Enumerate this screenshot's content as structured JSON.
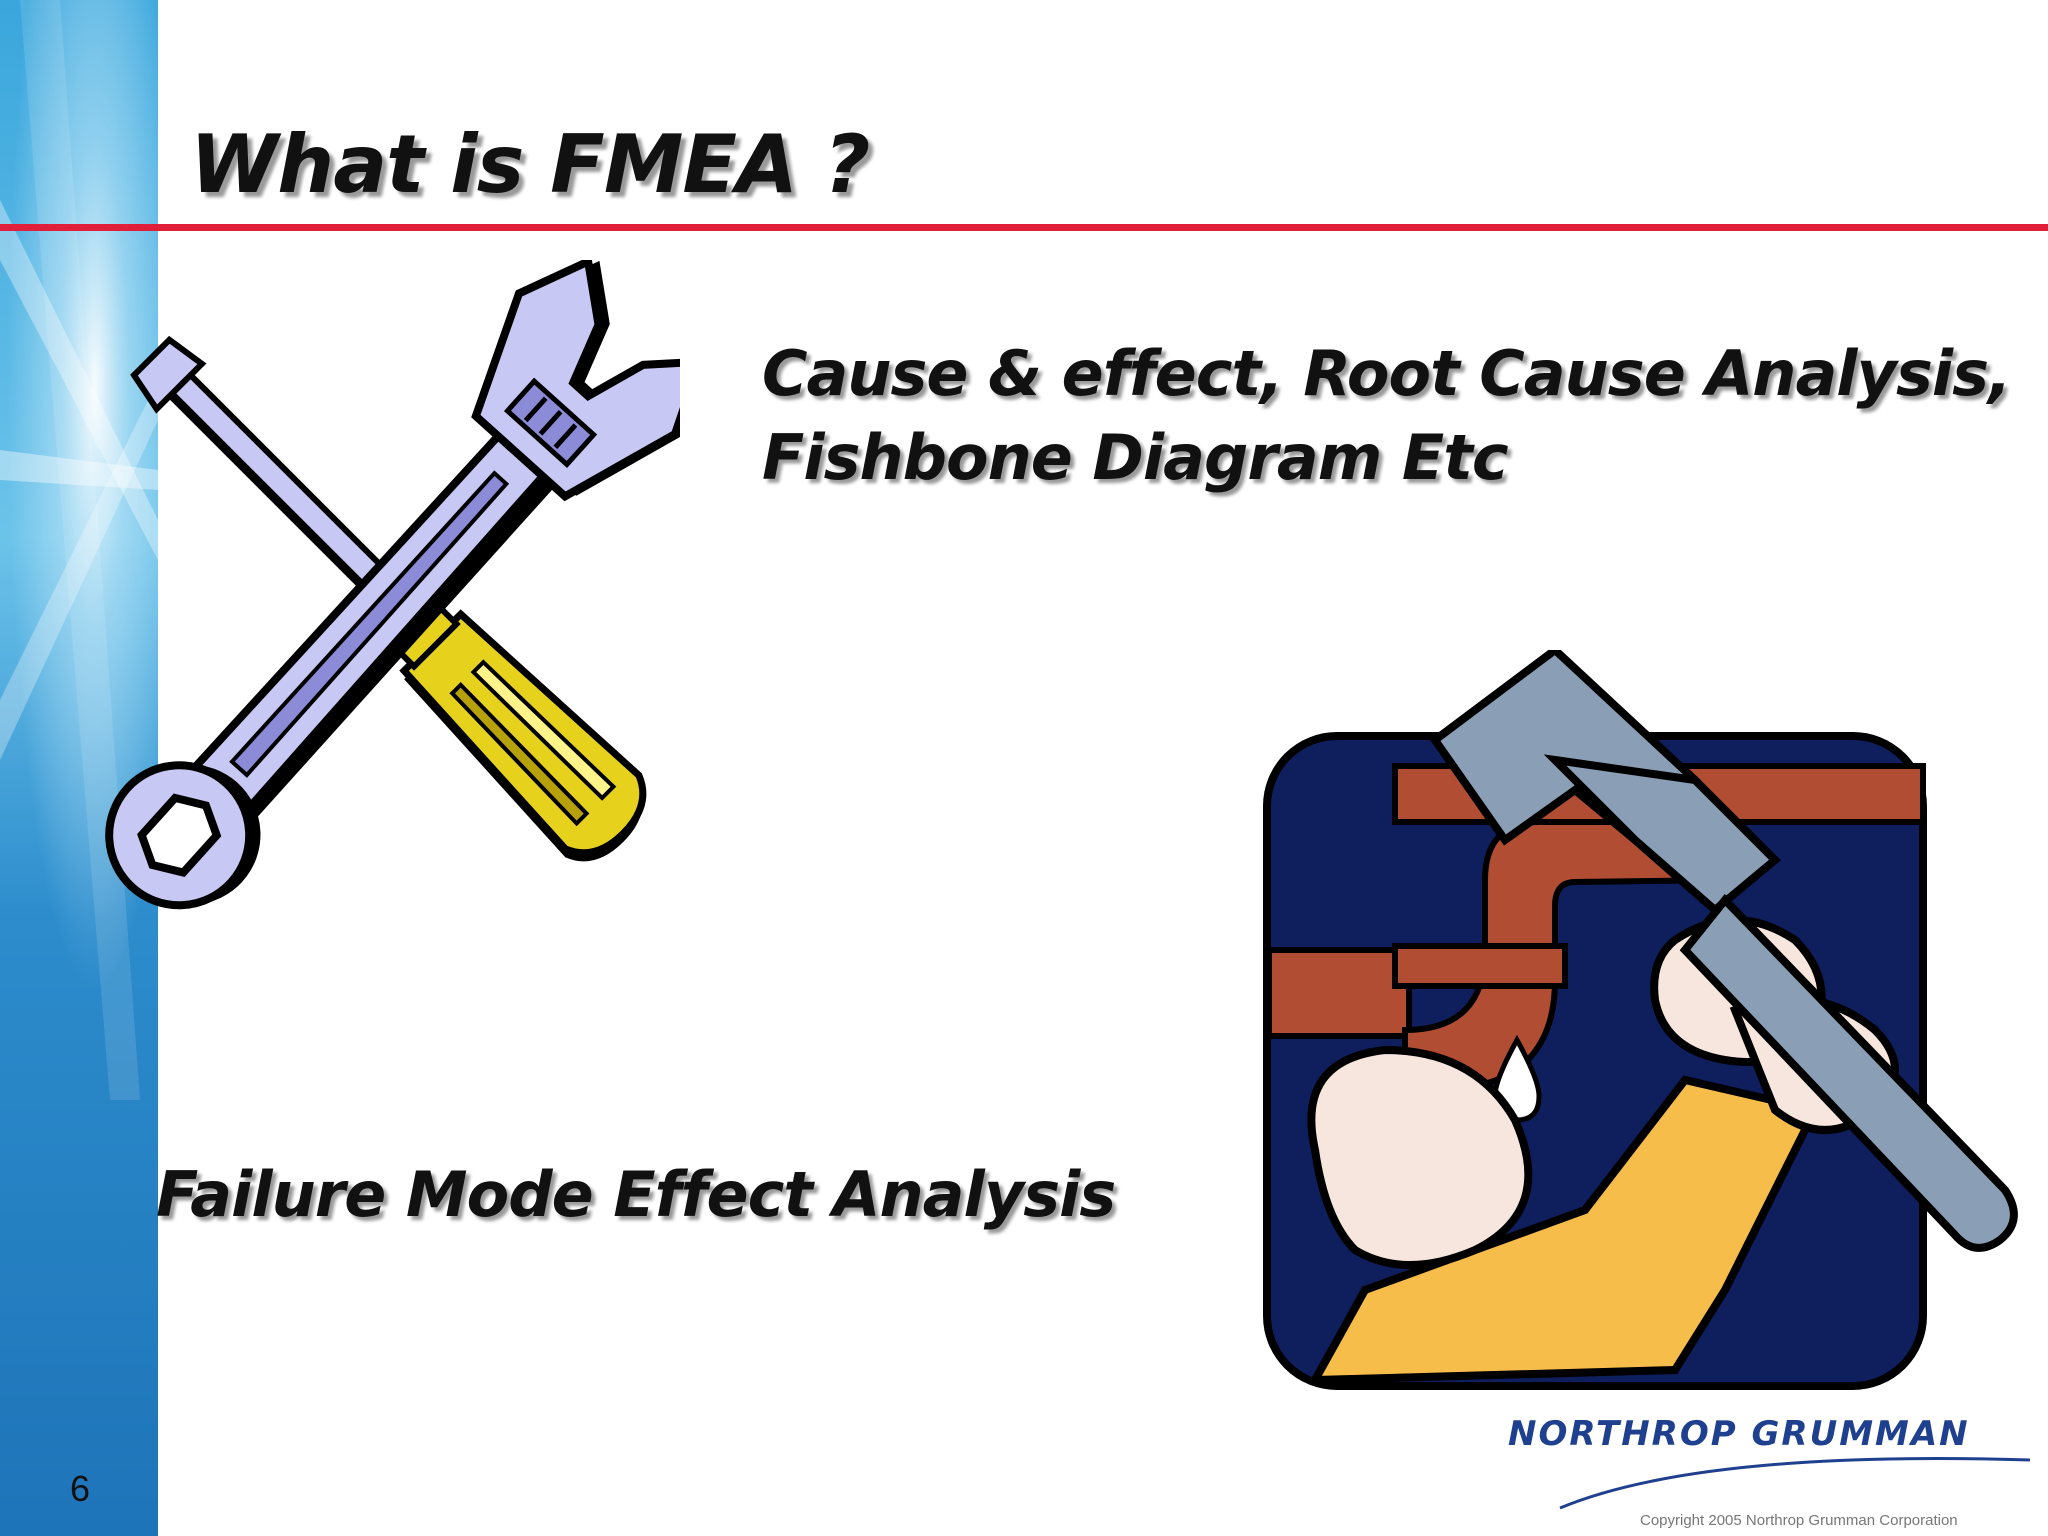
{
  "slide": {
    "title": "What is FMEA ?",
    "subtitle_lines": [
      "Cause & effect, Root Cause Analysis,",
      "Fishbone Diagram Etc"
    ],
    "full_form": "Failure Mode Effect Analysis",
    "page_number": "6"
  },
  "logo": {
    "company": "NORTHROP GRUMMAN",
    "copyright": "Copyright 2005 Northrop Grumman Corporation"
  },
  "colors": {
    "accent_rule": "#e0203a",
    "side_band": "#2a8fcf",
    "logo_blue": "#1f3f8f"
  },
  "illustrations": {
    "left": "wrench-and-screwdriver-icon",
    "right": "plumber-pipe-wrench-icon"
  }
}
